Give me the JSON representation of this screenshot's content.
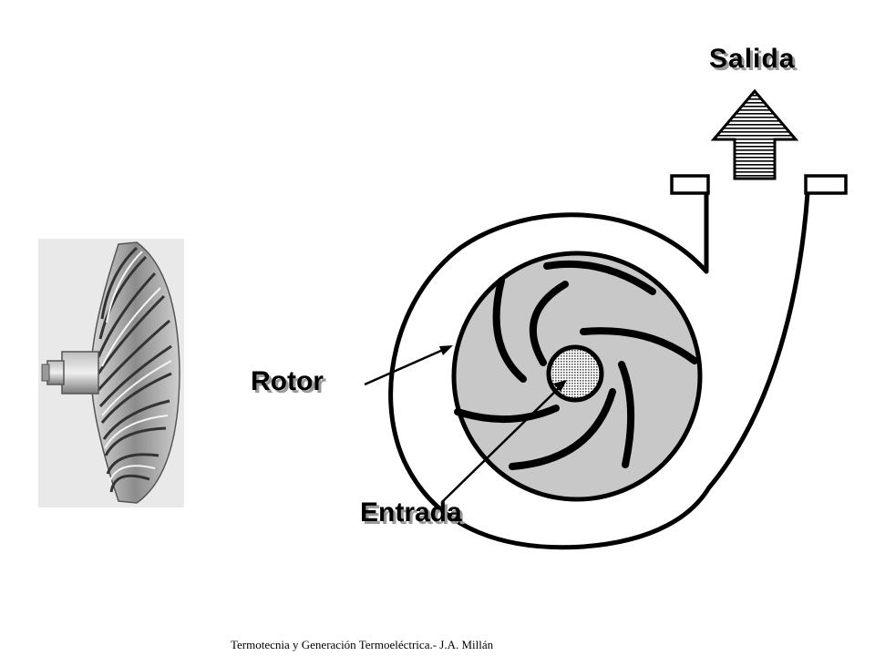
{
  "labels": {
    "outlet": "Salida",
    "rotor": "Rotor",
    "inlet": "Entrada"
  },
  "footer": "Termotecnia y Generación Termoeléctrica.- J.A. Millán",
  "colors": {
    "rotor_fill": "#c8c8c8",
    "line": "#000000",
    "label_shadow": "#9a9a9a"
  }
}
